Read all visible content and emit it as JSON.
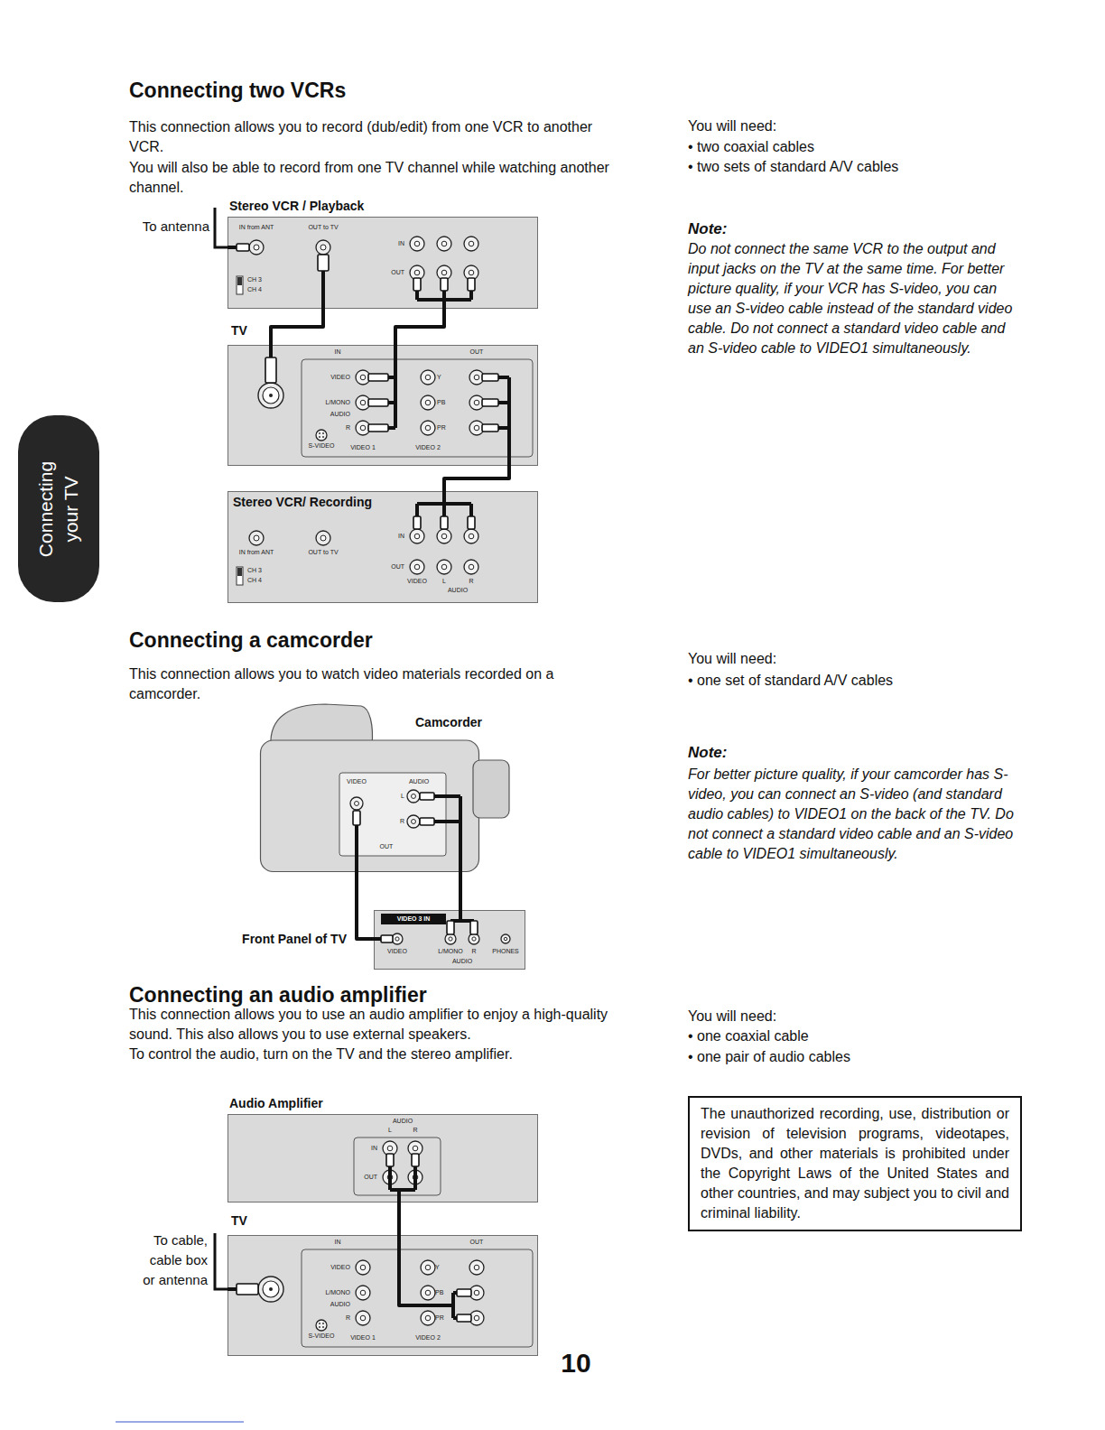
{
  "diagram": {
    "nodes": [
      {
        "text": [
          "Stereo VCR / Playback"
        ]
      },
      {
        "text": [
          "TV"
        ]
      },
      {
        "text": [
          "Stereo VCR/ Recording"
        ]
      },
      {
        "text": [
          "Camcorder"
        ]
      },
      {
        "text": [
          "Front Panel of TV"
        ]
      },
      {
        "text": [
          "Audio Amplifier"
        ]
      },
      {
        "text": [
          "TV"
        ]
      },
      {
        "text": [
          "The unauthorized recording, use, distribution or revision of television programs, videotapes, DVDs, and other materials is prohibited under the Copyright Laws of the United States and other countries, and may subject you to civil and criminal liability."
        ]
      },
      {
        "text": [
          "Connecting your TV"
        ]
      }
    ],
    "edges": [
      {
        "from": 0,
        "to": 1,
        "arrow": "none"
      },
      {
        "from": 0,
        "to": 1,
        "arrow": "none"
      },
      {
        "from": 1,
        "to": 2,
        "arrow": "none"
      },
      {
        "from": 3,
        "to": 4,
        "arrow": "none"
      },
      {
        "from": 3,
        "to": 4,
        "arrow": "none"
      },
      {
        "from": 6,
        "to": 5,
        "arrow": "none"
      }
    ],
    "labels": [
      "Connecting two VCRs",
      "This connection allows you to record (dub/edit) from one VCR to another VCR.",
      "You will also be able to record from one TV channel while watching another channel.",
      "To antenna",
      "IN from ANT",
      "OUT to TV",
      "CH 3",
      "CH 4",
      "IN",
      "OUT",
      "IN",
      "OUT",
      "VIDEO",
      "L/MONO",
      "AUDIO",
      "R",
      "S-VIDEO",
      "VIDEO 1",
      "Y",
      "PB",
      "PR",
      "VIDEO 2",
      "IN from ANT",
      "OUT to TV",
      "CH 3",
      "CH 4",
      "IN",
      "OUT",
      "VIDEO",
      "L",
      "R",
      "AUDIO",
      "You will need:",
      "• two coaxial cables",
      "• two sets of standard A/V cables",
      "Note:",
      "Do not connect the same VCR to the output and input jacks on the TV at the same time. For better picture quality, if your VCR has S-video, you can use an S-video cable instead of the standard video cable. Do not connect a standard video cable and an S-video cable to VIDEO1 simultaneously.",
      "Connecting a camcorder",
      "This connection allows you to watch video materials recorded on a camcorder.",
      "VIDEO",
      "AUDIO",
      "L",
      "R",
      "OUT",
      "VIDEO 3 IN",
      "VIDEO",
      "L/MONO",
      "R",
      "AUDIO",
      "PHONES",
      "You will need:",
      "• one set of standard A/V cables",
      "Note:",
      "For better picture quality, if your camcorder has S-video, you can connect an S-video (and standard audio cables) to VIDEO1 on the back of the TV. Do not connect a standard video cable and an S-video cable to VIDEO1 simultaneously.",
      "Connecting an audio amplifier",
      "This connection allows you to use an audio amplifier to enjoy a high-quality sound. This also allows you to use external speakers.",
      "To control the audio, turn on the TV and the stereo amplifier.",
      "To cable, cable box or antenna",
      "AUDIO",
      "L",
      "R",
      "IN",
      "OUT",
      "IN",
      "OUT",
      "VIDEO",
      "L/MONO",
      "AUDIO",
      "R",
      "S-VIDEO",
      "VIDEO 1",
      "Y",
      "PB",
      "PR",
      "VIDEO 2",
      "You will need:",
      "• one coaxial cable",
      "• one pair of audio cables",
      "10"
    ]
  }
}
